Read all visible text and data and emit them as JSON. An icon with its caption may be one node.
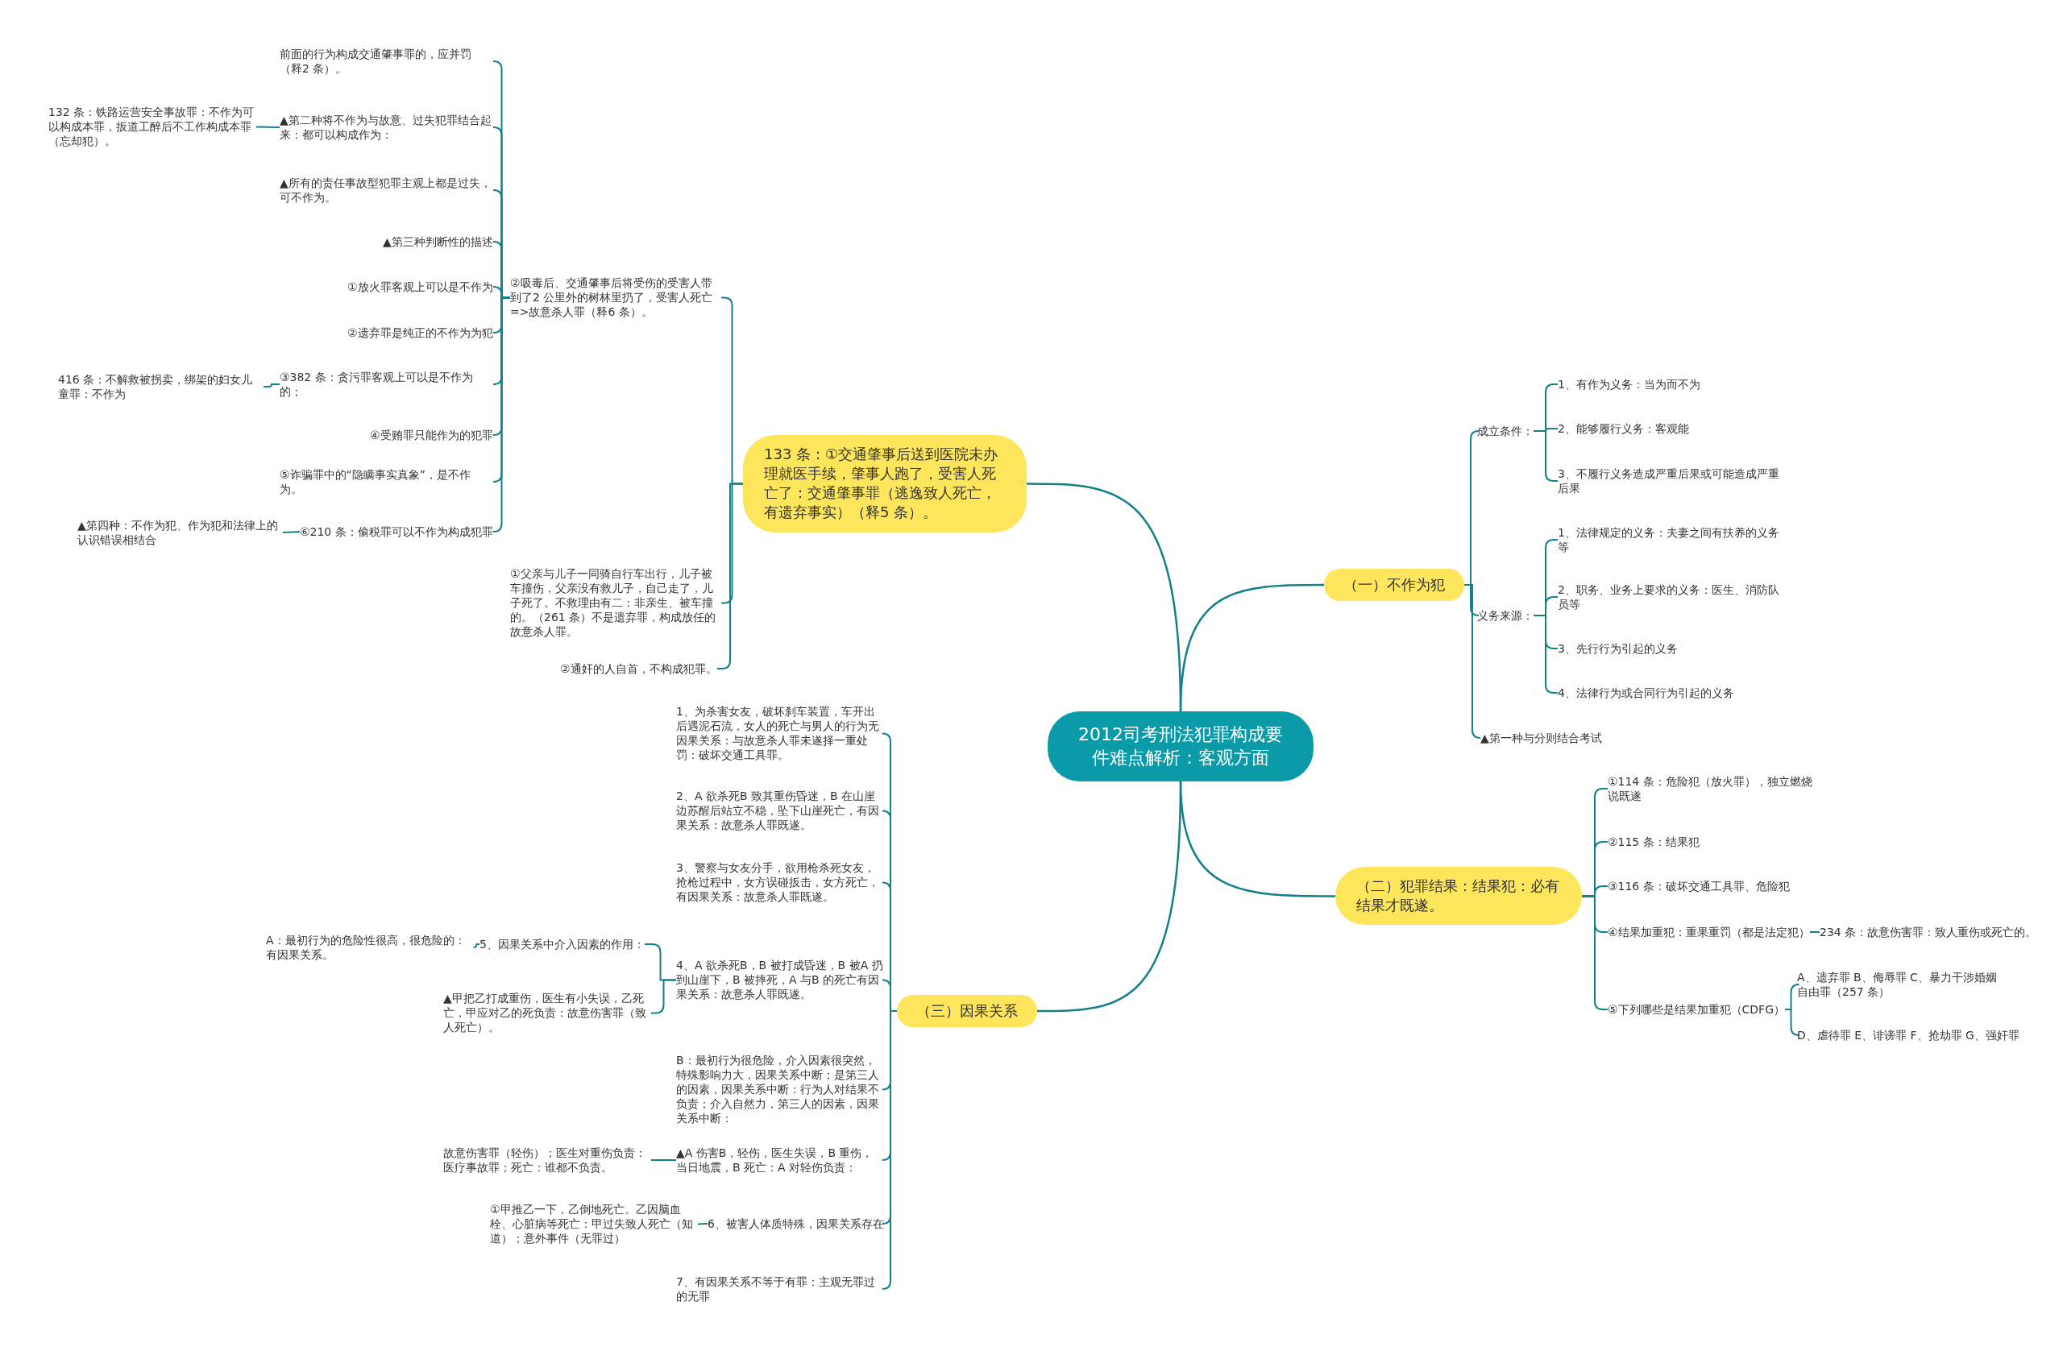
{
  "diagram": {
    "nodes": [
      {
        "text": [
          "2012司考刑法犯罪构成要件难点解析：客观方面"
        ]
      },
      {
        "text": [
          "133 条：①交通肇事后送到医院未办理就医手续，肇事人跑了，受害人死亡了：交通肇事罪（逃逸致人死亡，有遗弃事实）（释5 条）。"
        ]
      },
      {
        "text": [
          "②吸毒后、交通肇事后将受伤的受害人带到了2 公里外的树林里扔了，受害人死亡=>故意杀人罪（释6 条）。"
        ]
      },
      {
        "text": [
          "前面的行为构成交通肇事罪的，应并罚（释2 条）。"
        ]
      },
      {
        "text": [
          "▲第二种将不作为与故意、过失犯罪结合起来：都可以构成作为："
        ]
      },
      {
        "text": [
          "132 条：铁路运营安全事故罪：不作为可以构成本罪，扳道工醉后不工作构成本罪（忘却犯）。"
        ]
      },
      {
        "text": [
          "▲所有的责任事故型犯罪主观上都是过失，可不作为。"
        ]
      },
      {
        "text": [
          "▲第三种判断性的描述"
        ]
      },
      {
        "text": [
          "①放火罪客观上可以是不作为"
        ]
      },
      {
        "text": [
          "②遗弃罪是纯正的不作为为犯"
        ]
      },
      {
        "text": [
          "③382 条：贪污罪客观上可以是不作为的；"
        ]
      },
      {
        "text": [
          "416 条：不解救被拐卖，绑架的妇女儿童罪：不作为"
        ]
      },
      {
        "text": [
          "④受贿罪只能作为的犯罪"
        ]
      },
      {
        "text": [
          "⑤诈骗罪中的“隐瞒事实真象”，是不作为。"
        ]
      },
      {
        "text": [
          "⑥210 条：偷税罪可以不作为构成犯罪"
        ]
      },
      {
        "text": [
          "▲第四种：不作为犯、作为犯和法律上的认识错误相结合"
        ]
      },
      {
        "text": [
          "①父亲与儿子一同骑自行车出行，儿子被车撞伤，父亲没有救儿子，自己走了，儿子死了。不救理由有二：非亲生、被车撞的。（261 条）不是遗弃罪，构成放任的故意杀人罪。"
        ]
      },
      {
        "text": [
          "②通奸的人自首，不构成犯罪。"
        ]
      },
      {
        "text": [
          "（一）不作为犯"
        ]
      },
      {
        "text": [
          "成立条件："
        ]
      },
      {
        "text": [
          "1、有作为义务：当为而不为"
        ]
      },
      {
        "text": [
          "2、能够履行义务：客观能"
        ]
      },
      {
        "text": [
          "3、不履行义务造成严重后果或可能造成严重后果"
        ]
      },
      {
        "text": [
          "义务来源："
        ]
      },
      {
        "text": [
          "1、法律规定的义务：夫妻之间有扶养的义务等"
        ]
      },
      {
        "text": [
          "2、职务、业务上要求的义务：医生、消防队员等"
        ]
      },
      {
        "text": [
          "3、先行行为引起的义务"
        ]
      },
      {
        "text": [
          "4、法律行为或合同行为引起的义务"
        ]
      },
      {
        "text": [
          "▲第一种与分则结合考试"
        ]
      },
      {
        "text": [
          "（二）犯罪结果：结果犯：必有结果才既遂。"
        ]
      },
      {
        "text": [
          "①114 条：危险犯（放火罪），独立燃烧说既遂"
        ]
      },
      {
        "text": [
          "②115 条：结果犯"
        ]
      },
      {
        "text": [
          "③116 条：破坏交通工具罪、危险犯"
        ]
      },
      {
        "text": [
          "④结果加重犯：重果重罚（都是法定犯）"
        ]
      },
      {
        "text": [
          "234 条：故意伤害罪：致人重伤或死亡的。"
        ]
      },
      {
        "text": [
          "⑤下列哪些是结果加重犯（CDFG）"
        ]
      },
      {
        "text": [
          "A、遗弃罪 B、侮辱罪 C、暴力干涉婚姻自由罪（257 条）"
        ]
      },
      {
        "text": [
          "D、虐待罪 E、诽谤罪 F、抢劫罪 G、强奸罪"
        ]
      },
      {
        "text": [
          "（三）因果关系"
        ]
      },
      {
        "text": [
          "1、为杀害女友，破坏刹车装置，车开出后遇泥石流，女人的死亡与男人的行为无因果关系：与故意杀人罪未遂择一重处罚：破坏交通工具罪。"
        ]
      },
      {
        "text": [
          "2、A 欲杀死B 致其重伤昏迷，B 在山崖边苏醒后站立不稳，坠下山崖死亡，有因果关系：故意杀人罪既遂。"
        ]
      },
      {
        "text": [
          "3、警察与女友分手，欲用枪杀死女友，抢枪过程中，女方误碰扳击，女方死亡，有因果关系：故意杀人罪既遂。"
        ]
      },
      {
        "text": [
          "4、A 欲杀死B，B 被打成昏迷，B 被A 扔到山崖下，B 被摔死，A 与B 的死亡有因果关系：故意杀人罪既遂。"
        ]
      },
      {
        "text": [
          "5、因果关系中介入因素的作用："
        ]
      },
      {
        "text": [
          "A：最初行为的危险性很高，很危险的：有因果关系。"
        ]
      },
      {
        "text": [
          "▲甲把乙打成重伤，医生有小失误，乙死亡，甲应对乙的死负责：故意伤害罪（致人死亡）。"
        ]
      },
      {
        "text": [
          "B：最初行为很危险，介入因素很突然，特殊影响力大，因果关系中断；是第三人的因素，因果关系中断：行为人对结果不负责；介入自然力，第三人的因素，因果关系中断："
        ]
      },
      {
        "text": [
          "▲A 伤害B，轻伤，医生失误，B 重伤，当日地震，B 死亡：A 对轻伤负责："
        ]
      },
      {
        "text": [
          "故意伤害罪（轻伤）；医生对重伤负责：医疗事故罪；死亡：谁都不负责。"
        ]
      },
      {
        "text": [
          "6、被害人体质特殊，因果关系存在"
        ]
      },
      {
        "text": [
          "①甲推乙一下，乙倒地死亡。乙因脑血栓、心脏病等死亡：甲过失致人死亡（知道）；意外事件（无罪过）"
        ]
      },
      {
        "text": [
          "7、有因果关系不等于有罪：主观无罪过的无罪"
        ]
      }
    ],
    "edges": [
      {
        "from": 0,
        "to": 1,
        "arrow": "none"
      },
      {
        "from": 1,
        "to": 2,
        "arrow": "none"
      },
      {
        "from": 2,
        "to": 3,
        "arrow": "none"
      },
      {
        "from": 2,
        "to": 4,
        "arrow": "none"
      },
      {
        "from": 4,
        "to": 5,
        "arrow": "none"
      },
      {
        "from": 2,
        "to": 6,
        "arrow": "none"
      },
      {
        "from": 2,
        "to": 7,
        "arrow": "none"
      },
      {
        "from": 2,
        "to": 8,
        "arrow": "none"
      },
      {
        "from": 2,
        "to": 9,
        "arrow": "none"
      },
      {
        "from": 2,
        "to": 10,
        "arrow": "none"
      },
      {
        "from": 10,
        "to": 11,
        "arrow": "none"
      },
      {
        "from": 2,
        "to": 12,
        "arrow": "none"
      },
      {
        "from": 2,
        "to": 13,
        "arrow": "none"
      },
      {
        "from": 2,
        "to": 14,
        "arrow": "none"
      },
      {
        "from": 14,
        "to": 15,
        "arrow": "none"
      },
      {
        "from": 1,
        "to": 16,
        "arrow": "none"
      },
      {
        "from": 1,
        "to": 17,
        "arrow": "none"
      },
      {
        "from": 0,
        "to": 18,
        "arrow": "none"
      },
      {
        "from": 18,
        "to": 19,
        "arrow": "none"
      },
      {
        "from": 19,
        "to": 20,
        "arrow": "none"
      },
      {
        "from": 19,
        "to": 21,
        "arrow": "none"
      },
      {
        "from": 19,
        "to": 22,
        "arrow": "none"
      },
      {
        "from": 18,
        "to": 23,
        "arrow": "none"
      },
      {
        "from": 23,
        "to": 24,
        "arrow": "none"
      },
      {
        "from": 23,
        "to": 25,
        "arrow": "none"
      },
      {
        "from": 23,
        "to": 26,
        "arrow": "none"
      },
      {
        "from": 23,
        "to": 27,
        "arrow": "none"
      },
      {
        "from": 18,
        "to": 28,
        "arrow": "none"
      },
      {
        "from": 0,
        "to": 29,
        "arrow": "none"
      },
      {
        "from": 29,
        "to": 30,
        "arrow": "none"
      },
      {
        "from": 29,
        "to": 31,
        "arrow": "none"
      },
      {
        "from": 29,
        "to": 32,
        "arrow": "none"
      },
      {
        "from": 29,
        "to": 33,
        "arrow": "none"
      },
      {
        "from": 33,
        "to": 34,
        "arrow": "none"
      },
      {
        "from": 29,
        "to": 35,
        "arrow": "none"
      },
      {
        "from": 35,
        "to": 36,
        "arrow": "none"
      },
      {
        "from": 35,
        "to": 37,
        "arrow": "none"
      },
      {
        "from": 0,
        "to": 38,
        "arrow": "none"
      },
      {
        "from": 38,
        "to": 39,
        "arrow": "none"
      },
      {
        "from": 38,
        "to": 40,
        "arrow": "none"
      },
      {
        "from": 38,
        "to": 41,
        "arrow": "none"
      },
      {
        "from": 38,
        "to": 42,
        "arrow": "none"
      },
      {
        "from": 42,
        "to": 43,
        "arrow": "none"
      },
      {
        "from": 43,
        "to": 44,
        "arrow": "none"
      },
      {
        "from": 42,
        "to": 45,
        "arrow": "none"
      },
      {
        "from": 38,
        "to": 46,
        "arrow": "none"
      },
      {
        "from": 38,
        "to": 47,
        "arrow": "none"
      },
      {
        "from": 47,
        "to": 48,
        "arrow": "none"
      },
      {
        "from": 38,
        "to": 49,
        "arrow": "none"
      },
      {
        "from": 49,
        "to": 50,
        "arrow": "none"
      },
      {
        "from": 38,
        "to": 51,
        "arrow": "none"
      }
    ]
  }
}
